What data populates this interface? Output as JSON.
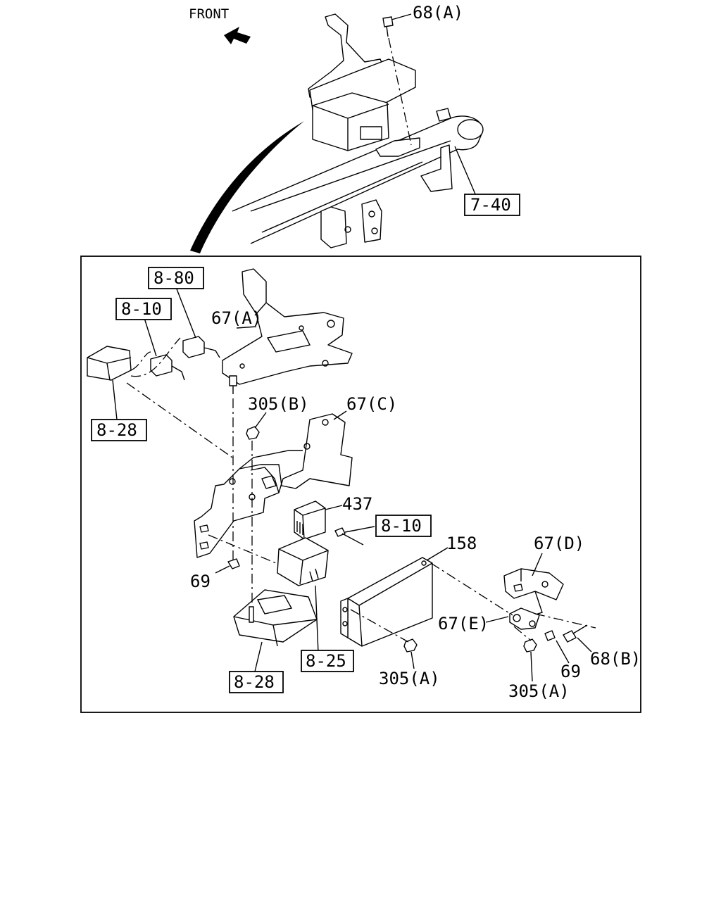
{
  "header": {
    "front_label": "FRONT"
  },
  "callouts": {
    "c68a_top": "68(A)",
    "c740": "7-40",
    "c880": "8-80",
    "c810_left": "8-10",
    "c67a": "67(A)",
    "c828_left": "8-28",
    "c305b": "305(B)",
    "c67c": "67(C)",
    "c437": "437",
    "c810_right": "8-10",
    "c69_left": "69",
    "c158": "158",
    "c67d": "67(D)",
    "c67e": "67(E)",
    "c825": "8-25",
    "c828_bottom": "8-28",
    "c305a_mid": "305(A)",
    "c69_right": "69",
    "c68b": "68(B)",
    "c305a_right": "305(A)"
  }
}
